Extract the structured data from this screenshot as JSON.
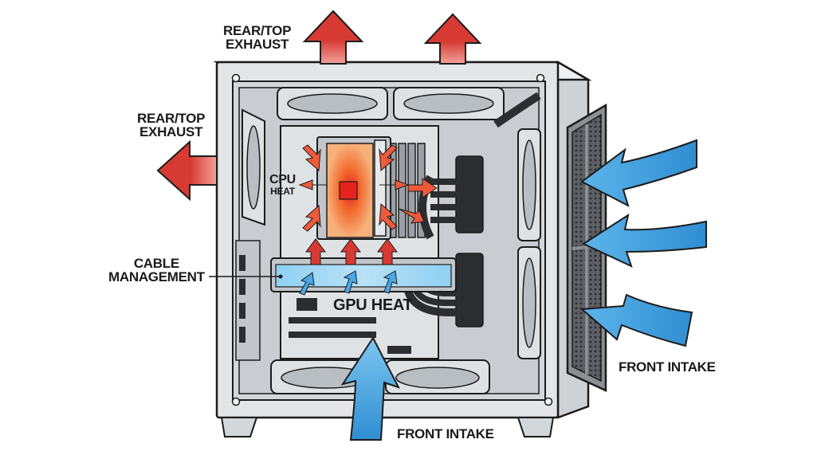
{
  "labels": {
    "exhaust_top": {
      "line1": "REAR/TOP",
      "line2": "EXHAUST"
    },
    "exhaust_rear": {
      "line1": "REAR/TOP",
      "line2": "EXHAUST"
    },
    "cpu_heat": {
      "line1": "CPU",
      "line2": "HEAT"
    },
    "cable_management": {
      "line1": "CABLE",
      "line2": "MANAGEMENT"
    },
    "gpu_heat": "GPU HEAT",
    "front_intake_side": "FRONT INTAKE",
    "front_intake_bottom": "FRONT INTAKE"
  },
  "colors": {
    "exhaust_arrow": "#d63a32",
    "intake_arrow": "#3ea0e0",
    "heat_glow": "#f26a2e",
    "case_body": "#e3e5e7",
    "case_outline": "#1c1c1c"
  }
}
